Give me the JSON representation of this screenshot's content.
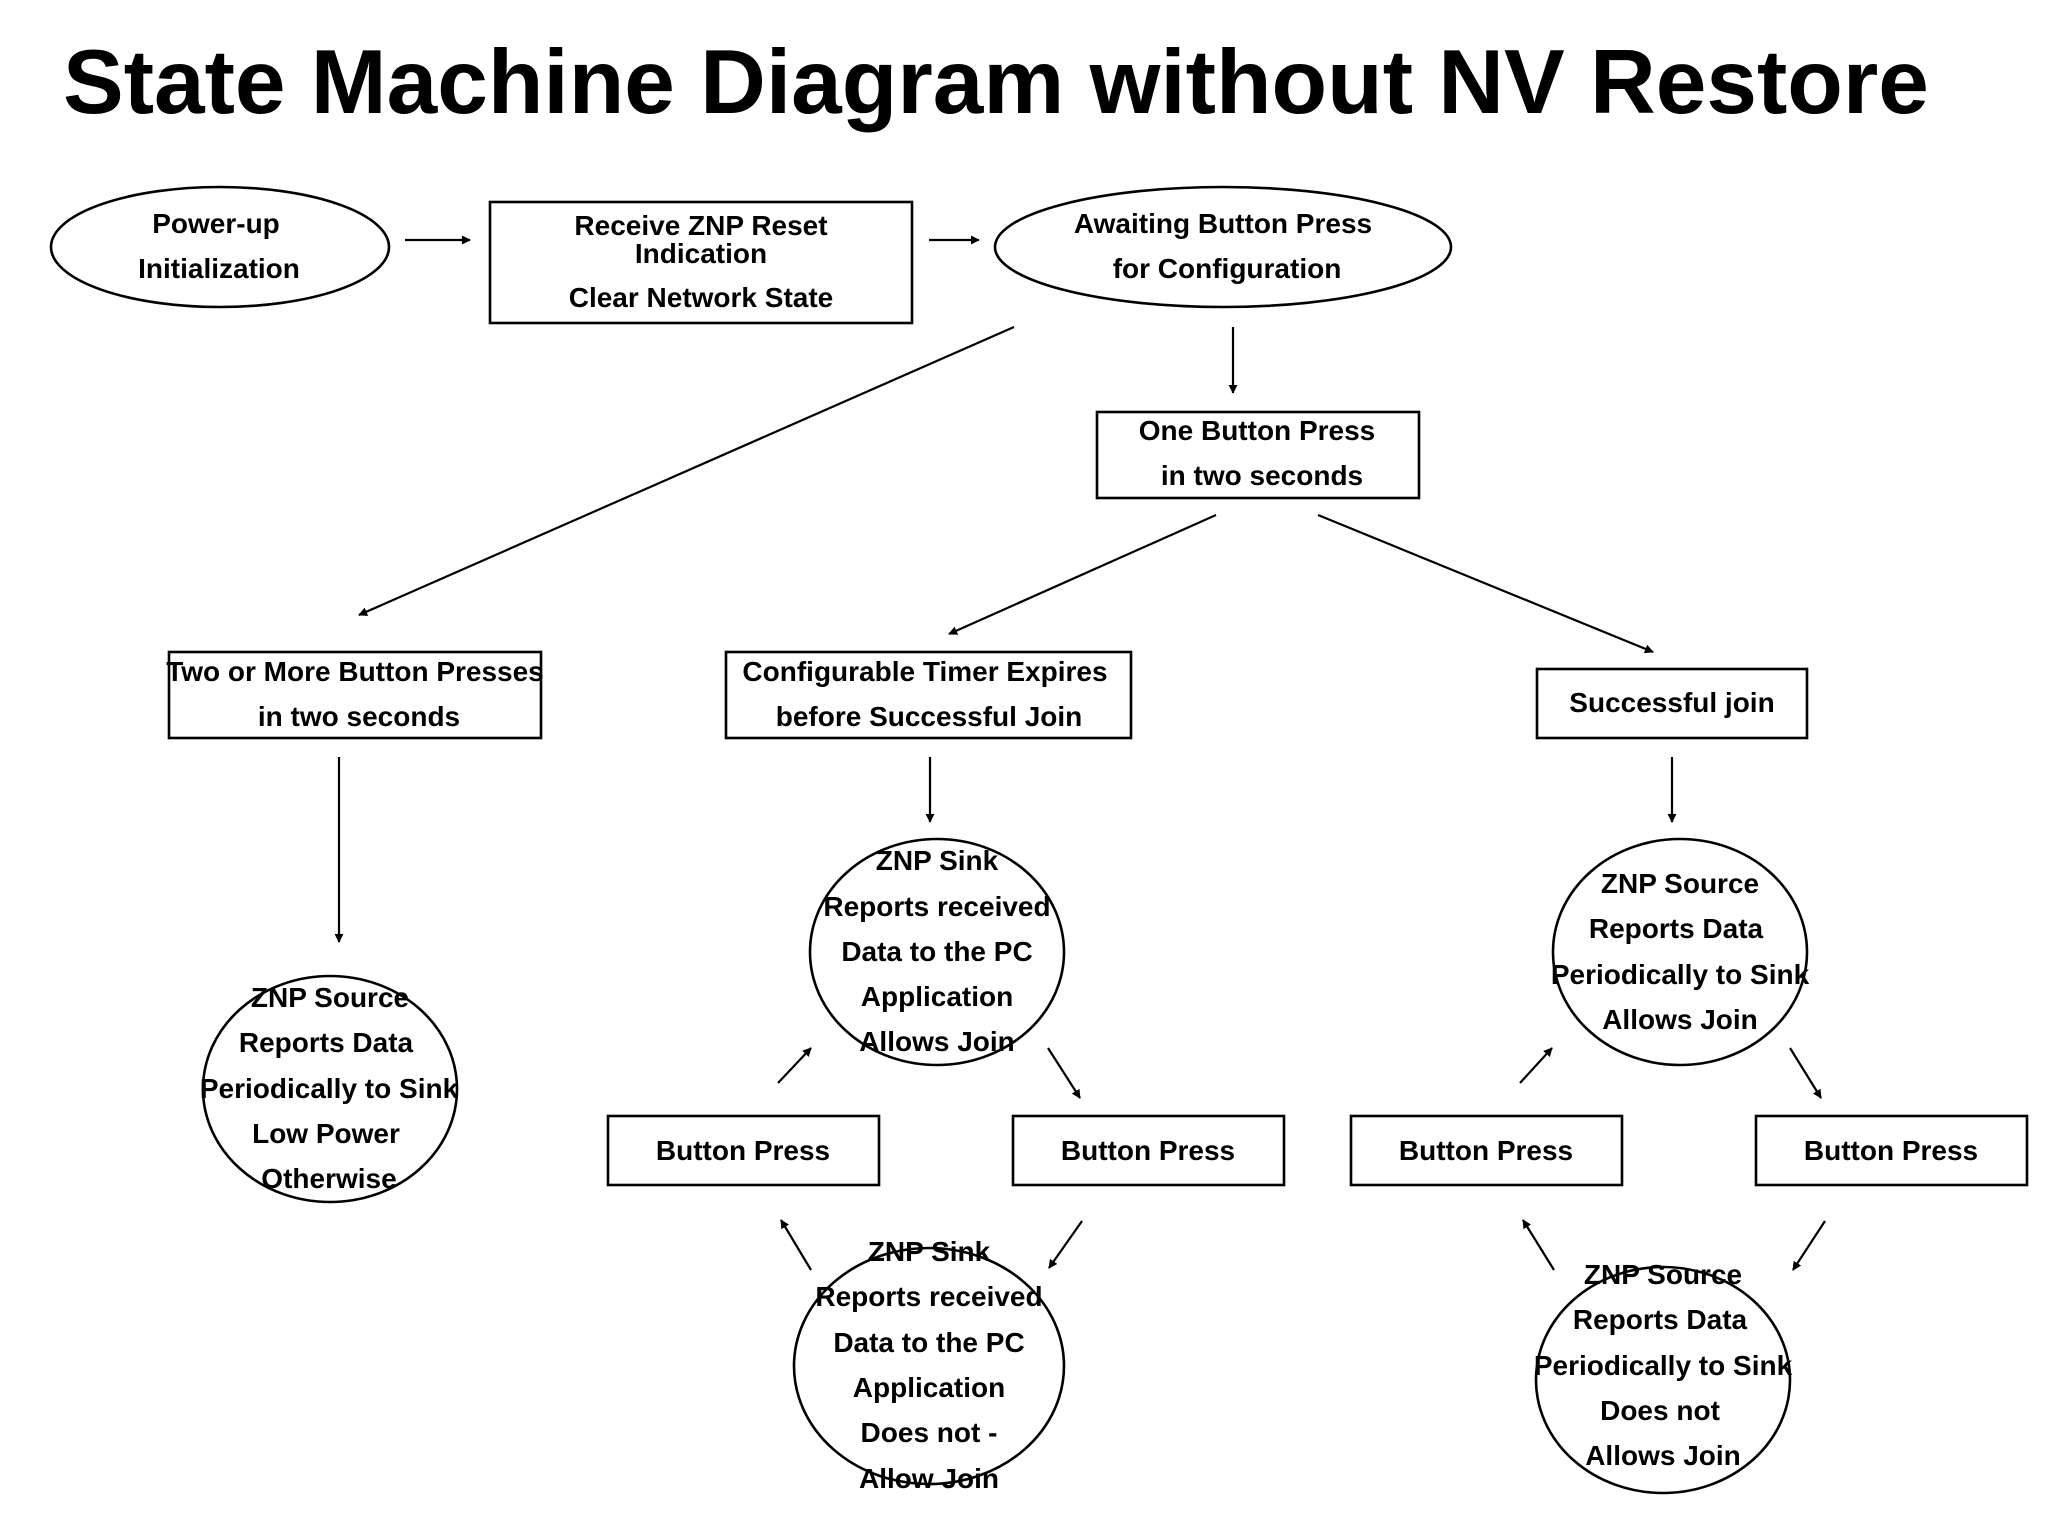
{
  "title": "State Machine Diagram without NV Restore",
  "nodes": {
    "power_up": [
      "Power-up",
      "Initialization"
    ],
    "znp_reset": [
      "Receive ZNP Reset",
      "Indication",
      "Clear Network State"
    ],
    "awaiting": [
      "Awaiting Button Press",
      "for Configuration"
    ],
    "one_press": [
      "One Button Press",
      "in two seconds"
    ],
    "two_presses": [
      "Two or More Button Presses",
      "in two seconds"
    ],
    "timer_expires": [
      "Configurable Timer Expires",
      "before Successful Join"
    ],
    "successful_join": [
      "Successful join"
    ],
    "source_low_power": [
      "ZNP Source",
      "Reports Data",
      "Periodically to Sink",
      "Low Power",
      "Otherwise"
    ],
    "sink_allows": [
      "ZNP Sink",
      "Reports received",
      "Data to the PC",
      "Application",
      "Allows Join"
    ],
    "sink_press_left": [
      "Button Press"
    ],
    "sink_press_right": [
      "Button Press"
    ],
    "sink_no_join": [
      "ZNP Sink",
      "Reports received",
      "Data to the PC",
      "Application",
      "Does not -",
      "Allow Join"
    ],
    "source_allows": [
      "ZNP Source",
      "Reports Data",
      "Periodically to Sink",
      "Allows Join"
    ],
    "source_press_left": [
      "Button Press"
    ],
    "source_press_right": [
      "Button Press"
    ],
    "source_no_join": [
      "ZNP Source",
      "Reports Data",
      "Periodically to Sink",
      "Does not",
      "Allows Join"
    ]
  }
}
